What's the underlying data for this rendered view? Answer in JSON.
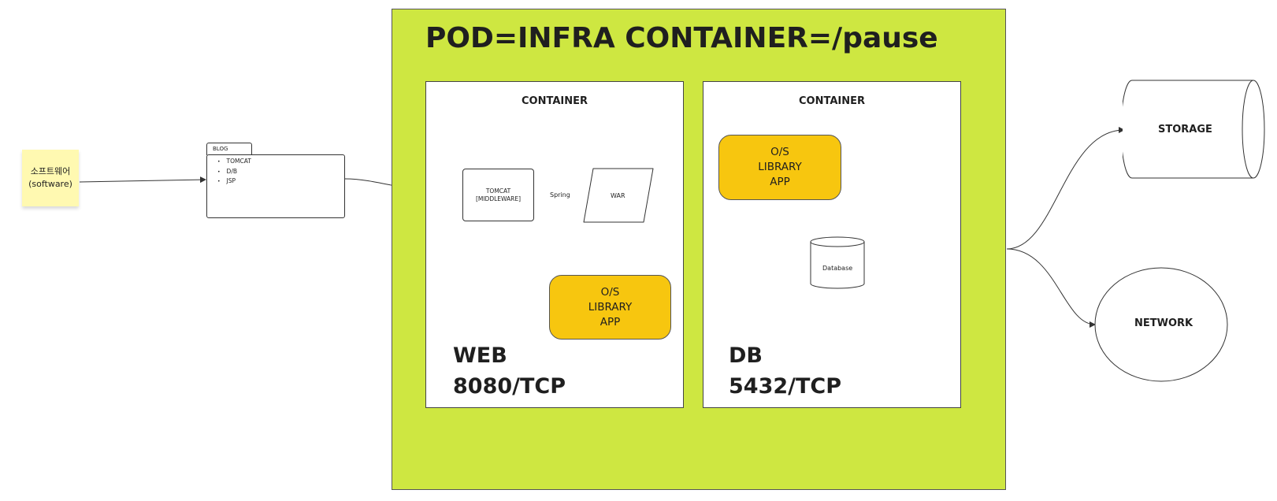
{
  "sticky": {
    "line1": "소프트웨어",
    "line2": "(software)"
  },
  "folder": {
    "tab": "BLOG",
    "items": [
      "TOMCAT",
      "D/B",
      "JSP"
    ]
  },
  "pod": {
    "title": "POD=INFRA CONTAINER=/pause"
  },
  "web_container": {
    "header": "CONTAINER",
    "tomcat_line1": "TOMCAT",
    "tomcat_line2": "[MIDDLEWARE]",
    "spring": "Spring",
    "war": "WAR",
    "stack": [
      "O/S",
      "LIBRARY",
      "APP"
    ],
    "name": "WEB",
    "port": "8080/TCP"
  },
  "db_container": {
    "header": "CONTAINER",
    "stack": [
      "O/S",
      "LIBRARY",
      "APP"
    ],
    "database": "Database",
    "name": "DB",
    "port": "5432/TCP"
  },
  "storage": {
    "label": "STORAGE"
  },
  "network": {
    "label": "NETWORK"
  },
  "colors": {
    "pod_bg": "#cee741",
    "stack_box": "#f7c60f",
    "sticky": "#fff9b1"
  }
}
